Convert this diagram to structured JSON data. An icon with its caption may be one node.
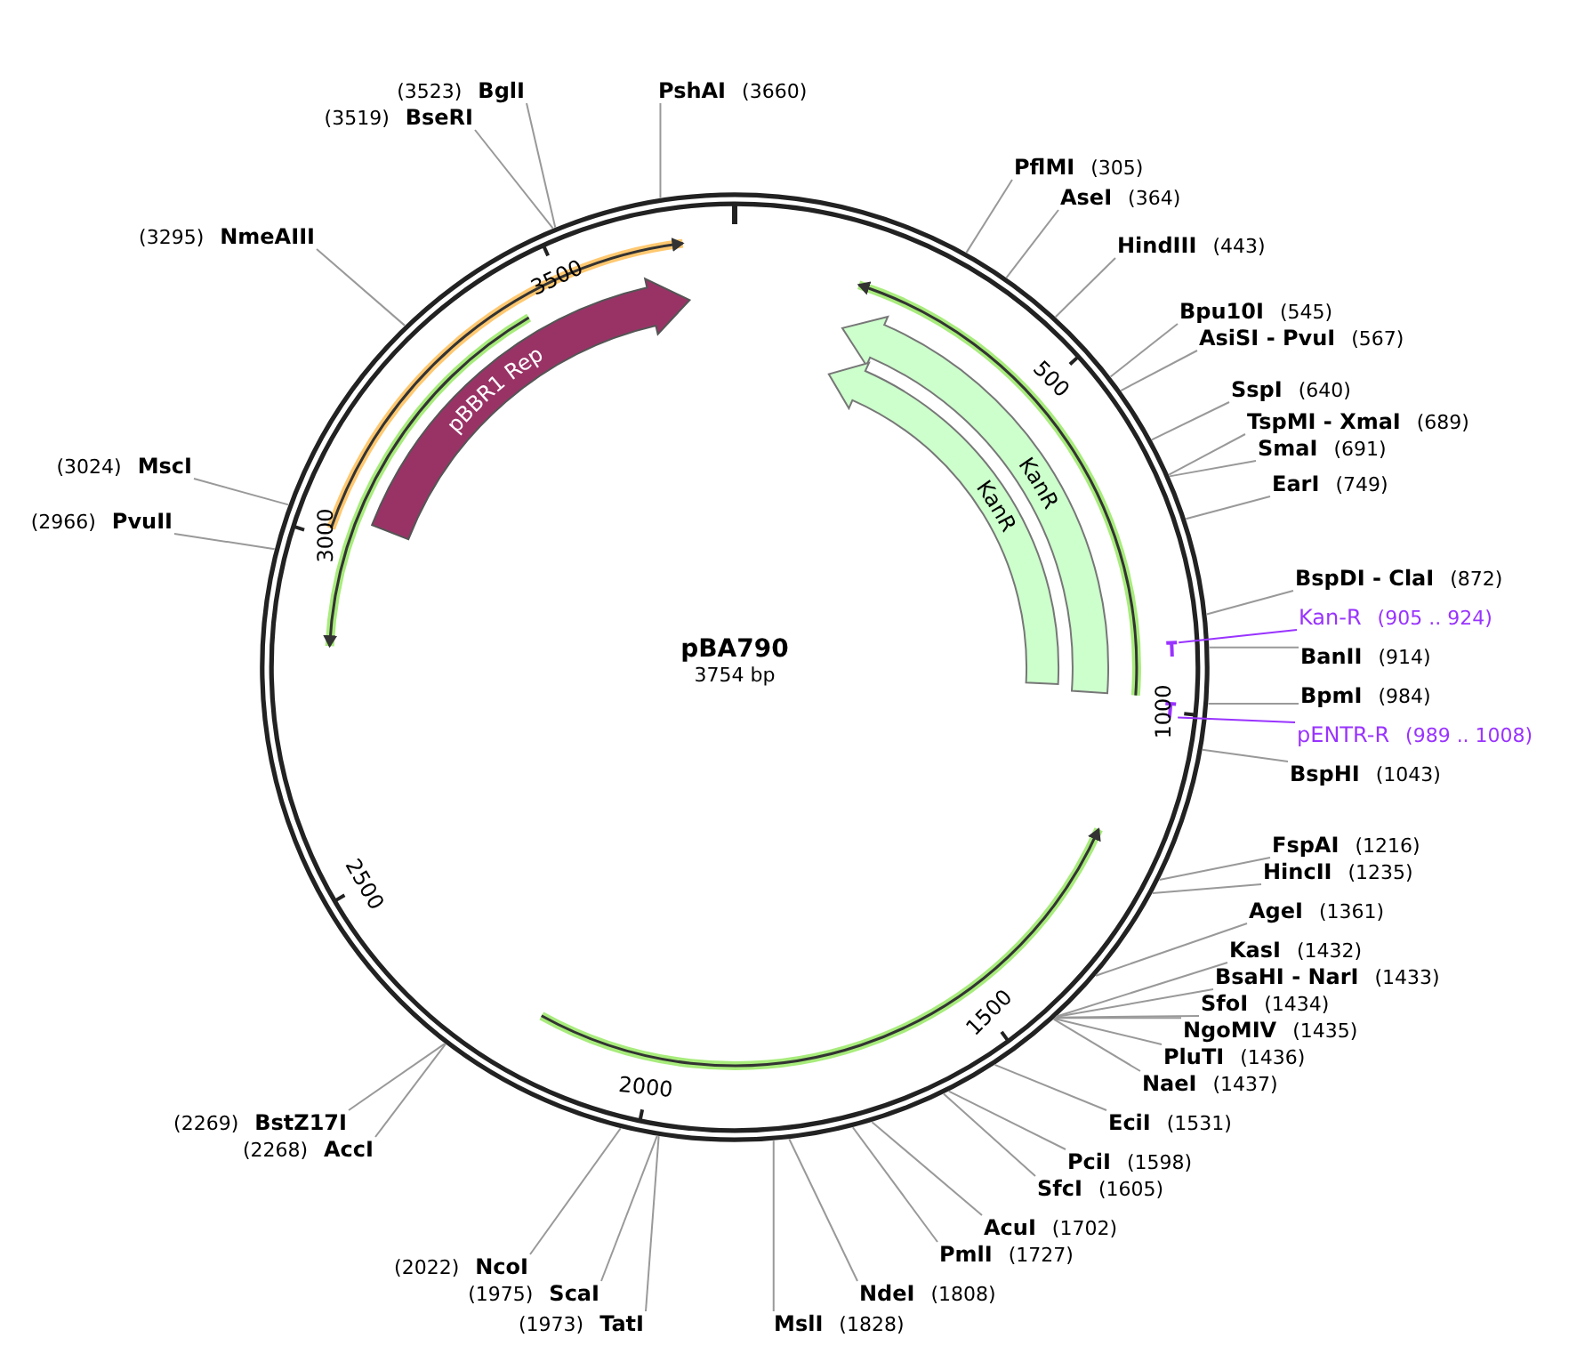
{
  "diagram": {
    "nodes": [
      {
        "text": [
          "(3523)",
          "BglI"
        ]
      },
      {
        "text": [
          "(3519)",
          "BseRI"
        ]
      },
      {
        "text": [
          "PshAI",
          "(3660)"
        ]
      },
      {
        "text": [
          "(3295)",
          "NmeAIII"
        ]
      },
      {
        "text": [
          "(3024)",
          "MscI"
        ]
      },
      {
        "text": [
          "(2966)",
          "PvuII"
        ]
      },
      {
        "text": [
          "PflMI",
          "(305)"
        ]
      },
      {
        "text": [
          "AseI",
          "(364)"
        ]
      },
      {
        "text": [
          "HindIII",
          "(443)"
        ]
      },
      {
        "text": [
          "Bpu10I",
          "(545)"
        ]
      },
      {
        "text": [
          "AsiSI - PvuI",
          "(567)"
        ]
      },
      {
        "text": [
          "SspI",
          "(640)"
        ]
      },
      {
        "text": [
          "TspMI - XmaI",
          "(689)"
        ]
      },
      {
        "text": [
          "SmaI",
          "(691)"
        ]
      },
      {
        "text": [
          "EarI",
          "(749)"
        ]
      },
      {
        "text": [
          "BspDI - ClaI",
          "(872)"
        ]
      },
      {
        "text": [
          "Kan-R",
          "(905 .. 924)"
        ]
      },
      {
        "text": [
          "BanII",
          "(914)"
        ]
      },
      {
        "text": [
          "BpmI",
          "(984)"
        ]
      },
      {
        "text": [
          "pENTR-R",
          "(989 .. 1008)"
        ]
      },
      {
        "text": [
          "BspHI",
          "(1043)"
        ]
      },
      {
        "text": [
          "FspAI",
          "(1216)"
        ]
      },
      {
        "text": [
          "HincII",
          "(1235)"
        ]
      },
      {
        "text": [
          "AgeI",
          "(1361)"
        ]
      },
      {
        "text": [
          "KasI",
          "(1432)"
        ]
      },
      {
        "text": [
          "BsaHI - NarI",
          "(1433)"
        ]
      },
      {
        "text": [
          "SfoI",
          "(1434)"
        ]
      },
      {
        "text": [
          "NgoMIV",
          "(1435)"
        ]
      },
      {
        "text": [
          "PluTI",
          "(1436)"
        ]
      },
      {
        "text": [
          "NaeI",
          "(1437)"
        ]
      },
      {
        "text": [
          "EciI",
          "(1531)"
        ]
      },
      {
        "text": [
          "PciI",
          "(1598)"
        ]
      },
      {
        "text": [
          "SfcI",
          "(1605)"
        ]
      },
      {
        "text": [
          "AcuI",
          "(1702)"
        ]
      },
      {
        "text": [
          "PmlI",
          "(1727)"
        ]
      },
      {
        "text": [
          "NdeI",
          "(1808)"
        ]
      },
      {
        "text": [
          "MslI",
          "(1828)"
        ]
      },
      {
        "text": [
          "(1973)",
          "TatI"
        ]
      },
      {
        "text": [
          "(1975)",
          "ScaI"
        ]
      },
      {
        "text": [
          "(2022)",
          "NcoI"
        ]
      },
      {
        "text": [
          "(2269)",
          "BstZ17I"
        ]
      },
      {
        "text": [
          "(2268)",
          "AccI"
        ]
      },
      {
        "text": [
          "pBBR1 Rep"
        ]
      },
      {
        "text": [
          "KanR"
        ]
      },
      {
        "text": [
          "KanR"
        ]
      },
      {
        "text": [],
        "shape": "bar"
      },
      {
        "text": [],
        "shape": "bar"
      }
    ],
    "edges": [
      {
        "from": 0,
        "to": null,
        "arrow": "none"
      },
      {
        "from": 1,
        "to": null,
        "arrow": "none"
      },
      {
        "from": 2,
        "to": null,
        "arrow": "none"
      },
      {
        "from": 3,
        "to": null,
        "arrow": "none"
      },
      {
        "from": 4,
        "to": null,
        "arrow": "none"
      },
      {
        "from": 5,
        "to": null,
        "arrow": "none"
      },
      {
        "from": 6,
        "to": null,
        "arrow": "none"
      },
      {
        "from": 7,
        "to": null,
        "arrow": "none"
      },
      {
        "from": 8,
        "to": null,
        "arrow": "none"
      },
      {
        "from": 9,
        "to": null,
        "arrow": "none"
      },
      {
        "from": 10,
        "to": null,
        "arrow": "none"
      },
      {
        "from": 11,
        "to": null,
        "arrow": "none"
      },
      {
        "from": 12,
        "to": null,
        "arrow": "none"
      },
      {
        "from": 13,
        "to": null,
        "arrow": "none"
      },
      {
        "from": 14,
        "to": null,
        "arrow": "none"
      },
      {
        "from": 15,
        "to": null,
        "arrow": "none"
      },
      {
        "from": 16,
        "to": 45,
        "arrow": "none",
        "color": "#9933ff"
      },
      {
        "from": 17,
        "to": null,
        "arrow": "none"
      },
      {
        "from": 18,
        "to": null,
        "arrow": "none"
      },
      {
        "from": 19,
        "to": 46,
        "arrow": "none",
        "color": "#9933ff"
      },
      {
        "from": 20,
        "to": null,
        "arrow": "none"
      },
      {
        "from": 21,
        "to": null,
        "arrow": "none"
      },
      {
        "from": 22,
        "to": null,
        "arrow": "none"
      },
      {
        "from": 23,
        "to": null,
        "arrow": "none"
      },
      {
        "from": 24,
        "to": null,
        "arrow": "none"
      },
      {
        "from": 25,
        "to": null,
        "arrow": "none"
      },
      {
        "from": 26,
        "to": null,
        "arrow": "none"
      },
      {
        "from": 27,
        "to": null,
        "arrow": "none"
      },
      {
        "from": 28,
        "to": null,
        "arrow": "none"
      },
      {
        "from": 29,
        "to": null,
        "arrow": "none"
      },
      {
        "from": 30,
        "to": null,
        "arrow": "none"
      },
      {
        "from": 31,
        "to": null,
        "arrow": "none"
      },
      {
        "from": 32,
        "to": null,
        "arrow": "none"
      },
      {
        "from": 33,
        "to": null,
        "arrow": "none"
      },
      {
        "from": 34,
        "to": null,
        "arrow": "none"
      },
      {
        "from": 35,
        "to": null,
        "arrow": "none"
      },
      {
        "from": 36,
        "to": null,
        "arrow": "none"
      },
      {
        "from": 37,
        "to": null,
        "arrow": "none"
      },
      {
        "from": 38,
        "to": null,
        "arrow": "none"
      },
      {
        "from": 39,
        "to": null,
        "arrow": "none"
      },
      {
        "from": 40,
        "to": null,
        "arrow": "none"
      },
      {
        "from": 41,
        "to": null,
        "arrow": "none"
      }
    ],
    "labels": [
      "3500",
      "500",
      "3000",
      "pBA790",
      "3754 bp",
      "1000",
      "2500",
      "1500",
      "2000"
    ]
  }
}
